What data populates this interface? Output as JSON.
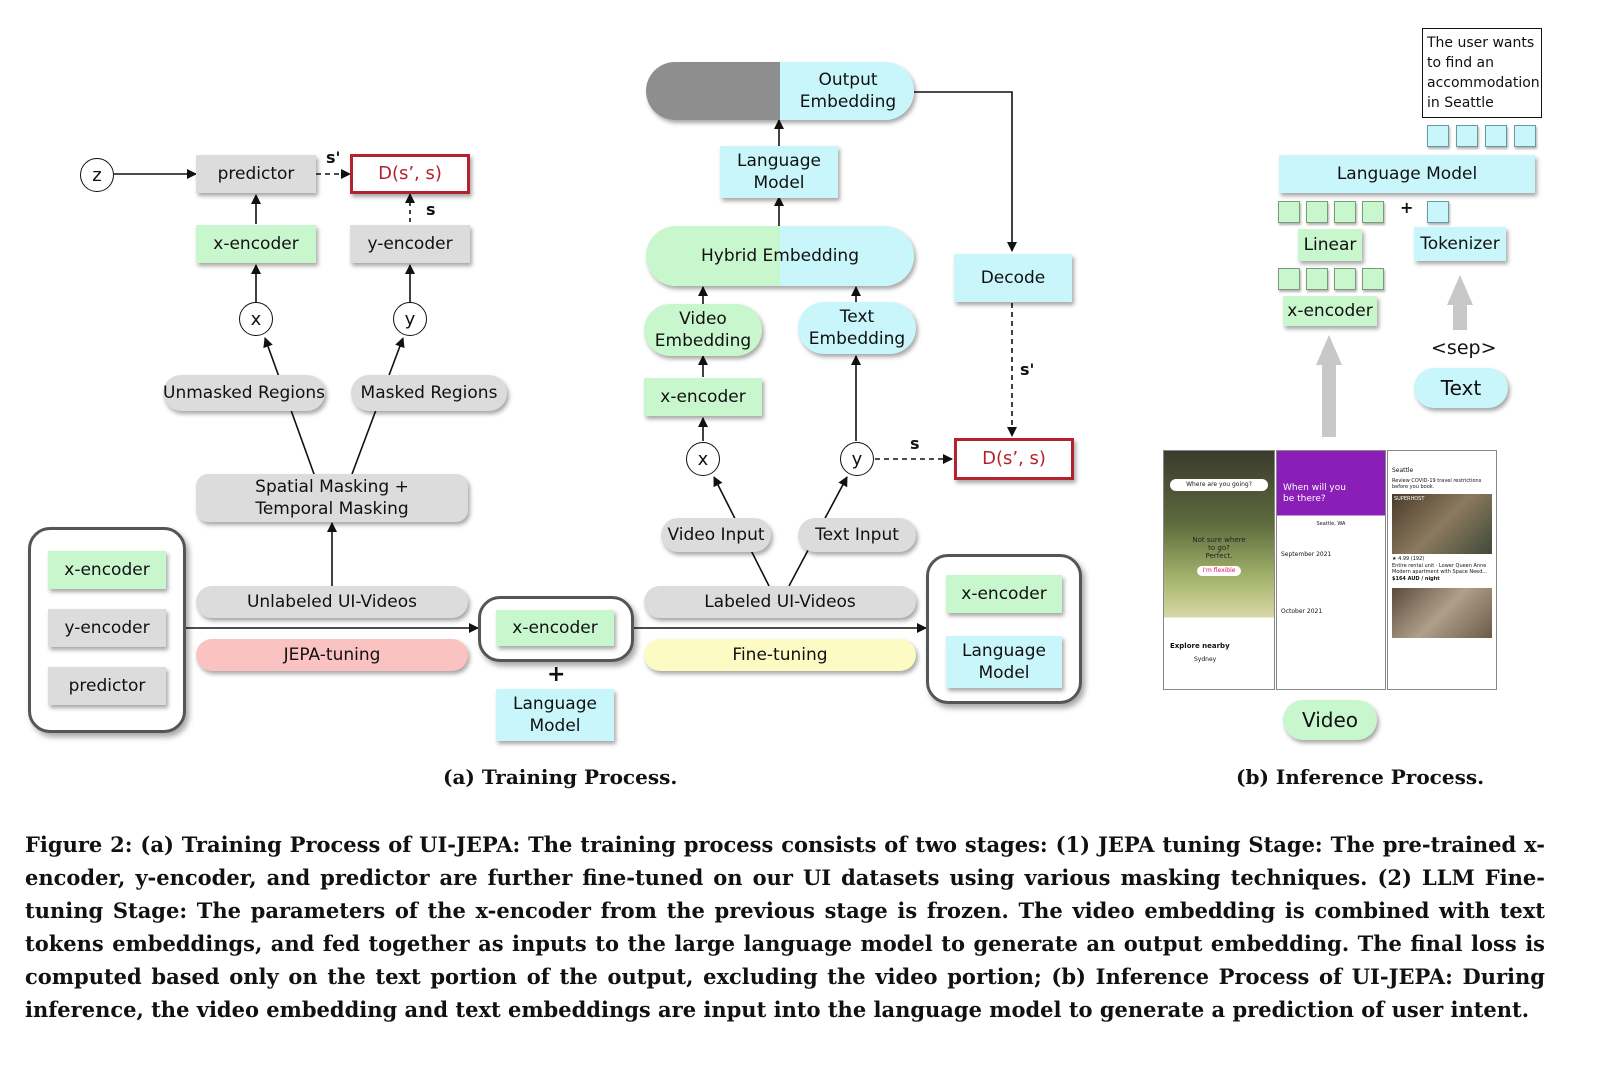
{
  "training": {
    "z": "z",
    "predictor": "predictor",
    "d_top": "D(s’, s)",
    "s_prime": "s'",
    "s": "s",
    "x_encoder": "x-encoder",
    "y_encoder": "y-encoder",
    "x": "x",
    "y": "y",
    "unmasked_regions": "Unmasked Regions",
    "masked_regions": "Masked Regions",
    "spatial_masking": "Spatial Masking +\nTemporal Masking",
    "unlabeled_videos": "Unlabeled UI-Videos",
    "jepa_tuning": "JEPA-tuning",
    "left_group": [
      "x-encoder",
      "y-encoder",
      "predictor"
    ],
    "mid_x_encoder": "x-encoder",
    "plus": "+",
    "mid_language_model": "Language\nModel",
    "output_embedding": "Output\nEmbedding",
    "language_model": "Language\nModel",
    "hybrid_embedding": "Hybrid Embedding",
    "video_embedding": "Video\nEmbedding",
    "text_embedding": "Text\nEmbedding",
    "ft_x_encoder": "x-encoder",
    "ft_x": "x",
    "ft_y": "y",
    "decode": "Decode",
    "d_right": "D(s’, s)",
    "ft_s_prime": "s'",
    "ft_s": "s",
    "video_input": "Video Input",
    "text_input": "Text Input",
    "labeled_videos": "Labeled UI-Videos",
    "fine_tuning": "Fine-tuning",
    "right_group": [
      "x-encoder",
      "Language\nModel"
    ]
  },
  "inference": {
    "annotation": "The user wants\nto find an\naccommodation\nin Seattle",
    "language_model": "Language Model",
    "linear": "Linear",
    "tokenizer": "Tokenizer",
    "x_encoder": "x-encoder",
    "plus": "+",
    "sep": "<sep>",
    "text": "Text",
    "video": "Video",
    "phones": {
      "p1_search": "Where are you going?",
      "p1_card": "Not sure where\nto go?\nPerfect.",
      "p1_btn": "I'm flexible",
      "p1_explore": "Explore nearby",
      "p1_city": "Sydney",
      "p2_title": "When will you\nbe there?",
      "p2_loc": "Seattle, WA",
      "p2_month1": "September 2021",
      "p2_month2": "October 2021",
      "p3_city": "Seattle",
      "p3_note": "Review COVID-19 travel restrictions before you book.",
      "p3_badge": "SUPERHOST",
      "p3_rating": "★ 4.99 (192)",
      "p3_listing": "Entire rental unit · Lower Queen Anne\nModern apartment with Space Need...",
      "p3_price": "$164 AUD / night"
    }
  },
  "captions": {
    "a": "(a) Training Process.",
    "b": "(b) Inference Process.",
    "figure": "Figure 2: (a) Training Process of UI-JEPA: The training process consists of two stages: (1) JEPA tuning Stage: The pre-trained x-encoder, y-encoder, and predictor are further fine-tuned on our UI datasets using various masking techniques. (2) LLM Fine-tuning Stage: The parameters of the x-encoder from the previous stage is frozen. The video embedding is combined with text tokens embeddings, and fed together as inputs to the large language model to generate an output embedding. The final loss is computed based only on the text portion of the output, excluding the video portion; (b) Inference Process of UI-JEPA: During inference, the video embedding and text embeddings are input into the language model to generate a prediction of user intent."
  },
  "colors": {
    "gray": "#dcdcdc",
    "green": "#c9f7cd",
    "cyan": "#c8f6fb",
    "pink": "#fbc2c2",
    "yellow": "#fbfbc3",
    "loss_red": "#b3232f",
    "phone_purple": "#8a1fb8"
  }
}
